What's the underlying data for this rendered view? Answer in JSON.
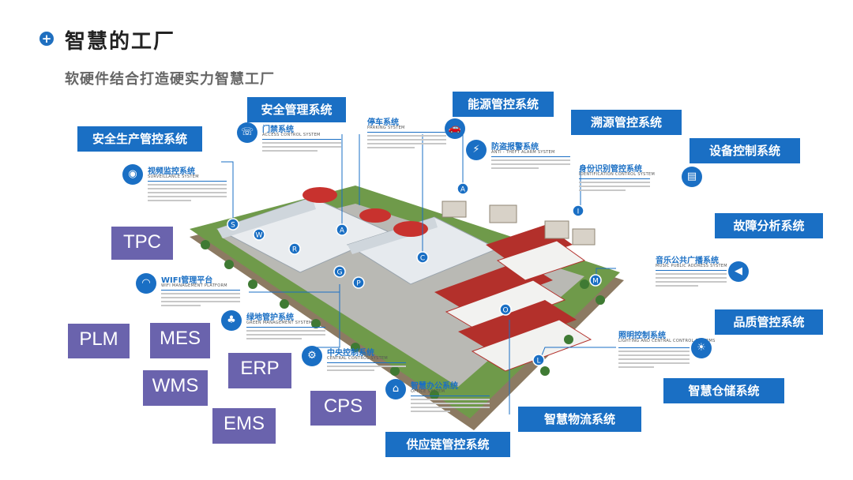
{
  "header": {
    "title": "智慧的工厂",
    "subtitle": "软硬件结合打造硬实力智慧工厂",
    "bullet_icon": "plus-circle-icon"
  },
  "colors": {
    "label_bg": "#1a6fc4",
    "acronym_bg": "#6a63ad",
    "accent": "#1f6fbf"
  },
  "system_labels": [
    "安全管理系统",
    "能源管控系统",
    "安全生产管控系统",
    "溯源管控系统",
    "设备控制系统",
    "故障分析系统",
    "品质管控系统",
    "智慧仓储系统",
    "智慧物流系统",
    "供应链管控系统"
  ],
  "acronyms": [
    "TPC",
    "PLM",
    "MES",
    "ERP",
    "WMS",
    "EMS",
    "CPS"
  ],
  "callouts": [
    {
      "name": "门禁系统",
      "en": "ACCESS CONTROL SYSTEM",
      "icon": "phone-icon"
    },
    {
      "name": "停车系统",
      "en": "PARKING SYSTEM",
      "icon": "car-icon"
    },
    {
      "name": "防盗报警系统",
      "en": "ANTI - THEFT ALARM SYSTEM",
      "icon": "alarm-icon"
    },
    {
      "name": "视频监控系统",
      "en": "SURVEILLANCE SYSTEM",
      "icon": "camera-icon"
    },
    {
      "name": "身份识别管控系统",
      "en": "IDENTIFICATION CONTROL SYSTEM",
      "icon": "id-card-icon"
    },
    {
      "name": "WIFI管理平台",
      "en": "WIFI MANAGEMENT PLATFORM",
      "icon": "wifi-icon"
    },
    {
      "name": "绿地管护系统",
      "en": "GREEN MANAGEMENT SYSTEM",
      "icon": "plant-icon"
    },
    {
      "name": "音乐公共广播系统",
      "en": "MUSIC PUBLIC ADDRESS SYSTEM",
      "icon": "speaker-icon"
    },
    {
      "name": "中央控制系统",
      "en": "CENTRAL CONTROL SYSTEM",
      "icon": "gears-icon"
    },
    {
      "name": "照明控制系统",
      "en": "LIGHTING AND CENTRAL CONTROL SYSTEMS",
      "icon": "bulb-icon"
    },
    {
      "name": "智慧办公系统",
      "en": "OFFICE SYSTEM",
      "icon": "chair-icon"
    }
  ],
  "map_markers": [
    "S",
    "A",
    "W",
    "R",
    "G",
    "P",
    "C",
    "A",
    "I",
    "M",
    "O",
    "L"
  ]
}
